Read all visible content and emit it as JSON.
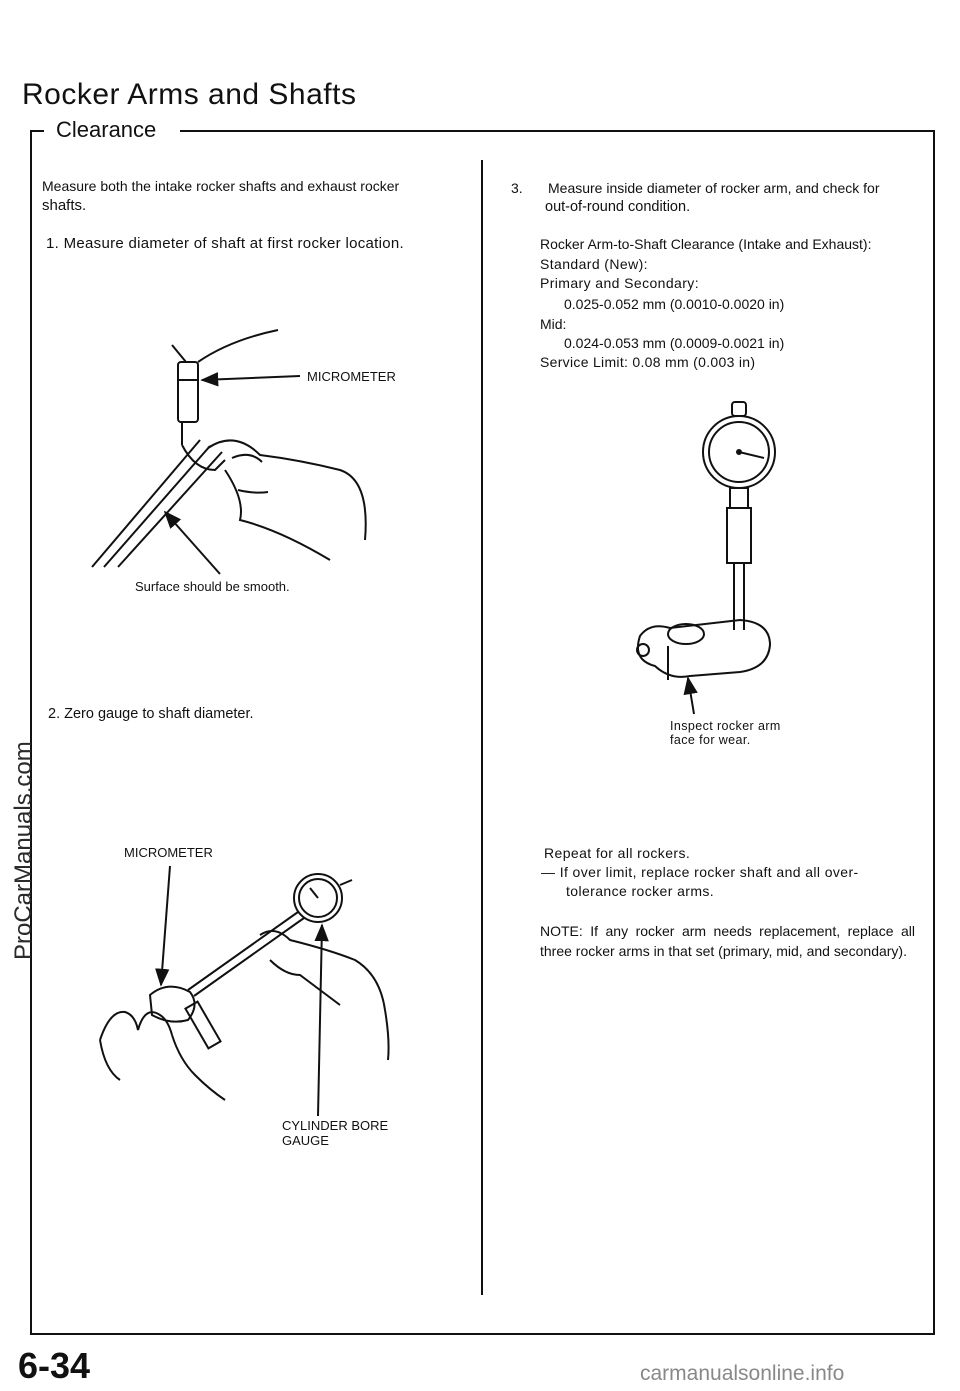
{
  "header": {
    "title": "Rocker Arms and Shafts",
    "section": "Clearance"
  },
  "left_column": {
    "intro_line1": "Measure both the intake rocker shafts and exhaust rocker",
    "intro_line2": "shafts.",
    "step1": "1.   Measure diameter of shaft at first rocker location.",
    "label_micrometer_1": "MICROMETER",
    "label_surface": "Surface should be smooth.",
    "step2": "2.    Zero gauge to shaft diameter.",
    "label_micrometer_2": "MICROMETER",
    "label_bore_line1": "CYLINDER BORE",
    "label_bore_line2": "GAUGE"
  },
  "right_column": {
    "step3_number": "3.",
    "step3_line1": "Measure inside diameter of rocker arm, and check for",
    "step3_line2": "out-of-round condition.",
    "spec_heading": "Rocker Arm-to-Shaft Clearance (Intake and Exhaust):",
    "spec_standard": "Standard (New):",
    "spec_primary_secondary": "Primary and Secondary:",
    "spec_primary_secondary_value": "0.025-0.052 mm (0.0010-0.0020 in)",
    "spec_mid": "Mid:",
    "spec_mid_value": "0.024-0.053 mm (0.0009-0.0021 in)",
    "spec_service_limit": "Service Limit: 0.08 mm (0.003 in)",
    "label_inspect_line1": "Inspect rocker arm",
    "label_inspect_line2": "face for wear.",
    "repeat_line1": "Repeat for all rockers.",
    "repeat_line2": "— If over limit, replace rocker shaft and all over-",
    "repeat_line3": "tolerance rocker arms.",
    "note": "NOTE: If any rocker arm needs replacement, replace all three rocker arms in that set (primary, mid, and secondary)."
  },
  "footer": {
    "page_number": "6-34"
  },
  "watermarks": {
    "side": "ProCarManuals.com",
    "bottom": "carmanualsonline.info"
  }
}
